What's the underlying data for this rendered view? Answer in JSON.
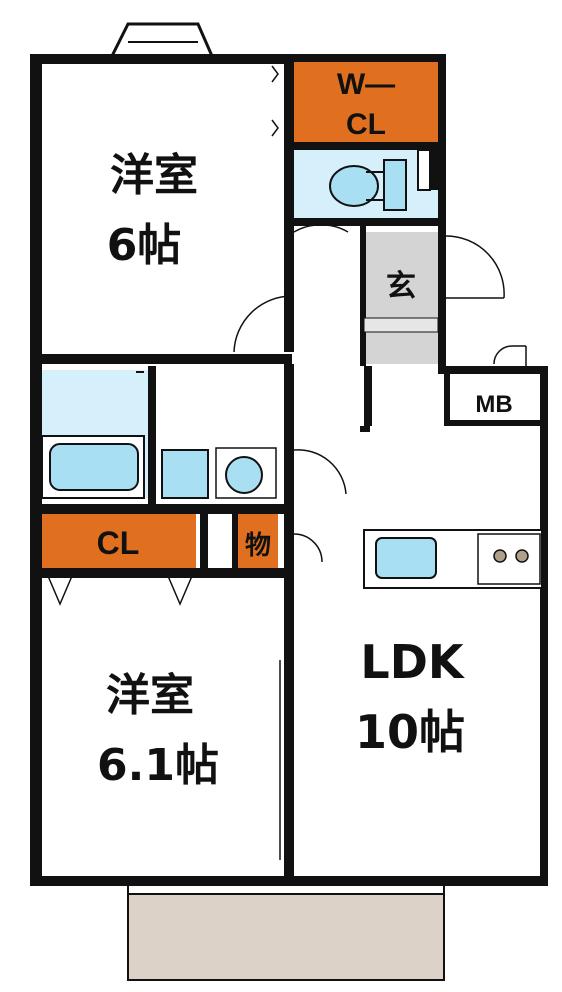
{
  "floorplan": {
    "rooms": {
      "western_room_top": {
        "name": "洋室",
        "size": "6帖"
      },
      "western_room_bottom": {
        "name": "洋室",
        "size": "6.1帖"
      },
      "ldk": {
        "name": "LDK",
        "size": "10帖"
      },
      "walk_in_closet": {
        "line1": "W—",
        "line2": "CL"
      },
      "closet": {
        "label": "CL"
      },
      "storage": {
        "label": "物"
      },
      "entrance": {
        "label": "玄"
      },
      "meter_box": {
        "label": "MB"
      }
    },
    "colors": {
      "wall": "#111111",
      "closet_fill": "#e0701f",
      "wet_area_fill": "#d6f0fb",
      "fixture_fill": "#a9dff2",
      "entrance_fill": "#d4d4d4",
      "balcony_fill": "#ddd2c8",
      "stove_fill": "#b0a08a"
    }
  }
}
